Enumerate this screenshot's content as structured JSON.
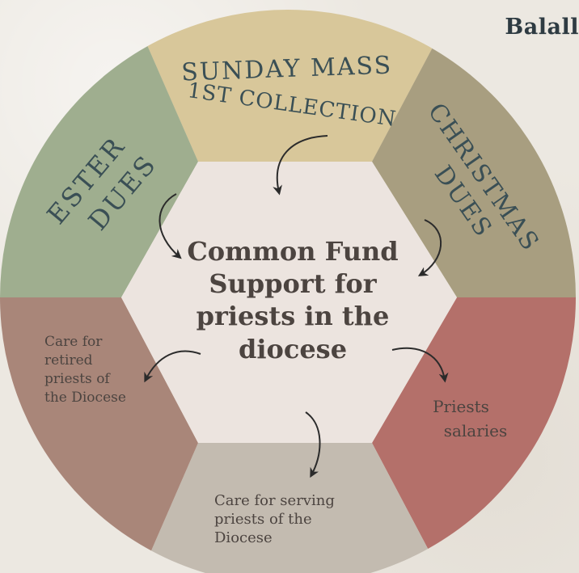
{
  "brand": "Balall",
  "center": {
    "lines": [
      "Common Fund",
      "Support for",
      "priests in the",
      "diocese"
    ]
  },
  "segments": {
    "top": {
      "lines": [
        "SUNDAY MASS",
        "1ST COLLECTION"
      ]
    },
    "left": {
      "lines": [
        "ESTER",
        "DUES"
      ]
    },
    "right": {
      "lines": [
        "CHRISTMAS",
        "DUES"
      ]
    },
    "lower_left": {
      "lines": [
        "Care for",
        "retired",
        "priests of",
        "the Diocese"
      ]
    },
    "bottom": {
      "lines": [
        "Care for serving",
        "priests of the",
        "Diocese"
      ]
    },
    "lower_right": {
      "lines": [
        "Priests",
        "salaries"
      ]
    }
  },
  "colors": {
    "top": "#d8c79a",
    "right": "#a89e80",
    "left": "#9fae8f",
    "lower_right": "#b4706a",
    "bottom": "#c3bbb0",
    "lower_left": "#a98679",
    "center": "#ece4df",
    "outer_text": "#3a4f55",
    "inner_text": "#4c4440"
  }
}
